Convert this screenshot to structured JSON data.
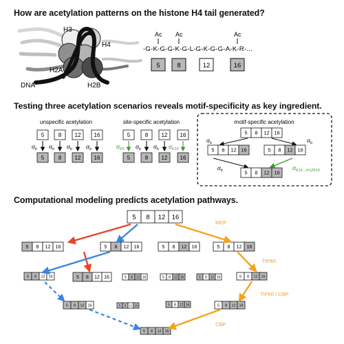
{
  "headings": {
    "section1": "How are acetylation patterns on the histone H4 tail generated?",
    "section2": "Testing three acetylation scenarios reveals motif-specificity as key ingredient.",
    "section3": "Computational modeling predicts acetylation pathways."
  },
  "nucleosome": {
    "labels": [
      "H3",
      "H4",
      "H2A",
      "H2B",
      "DNA"
    ]
  },
  "sequence": {
    "text": "-G-K-G-G-K-G-L-G-K-G-G-A-K-R-...",
    "ac": "Ac",
    "sites": [
      "5",
      "8",
      "12",
      "16"
    ]
  },
  "scenarios": {
    "unspecific_title": "unspecific acetylation",
    "site_title": "site-specific acetylation",
    "motif_title": "motif-specific acetylation",
    "alpha_b": "α",
    "alpha_b_sub": "b",
    "alpha_k5": "α",
    "alpha_k5_sub": "K5",
    "alpha_k16": "α",
    "alpha_k16_sub": "K16",
    "alpha_motif": "α",
    "alpha_motif_sub": "K16→K12K16"
  },
  "pathways": {
    "enzymes": [
      "MOF",
      "TIP60",
      "TIP60 / CBP",
      "CBP"
    ]
  },
  "colors": {
    "red": "#e8452c",
    "blue": "#3a86e0",
    "orange": "#f2a31f",
    "green": "#3c9a2e",
    "grey": "#b8b8b8"
  }
}
